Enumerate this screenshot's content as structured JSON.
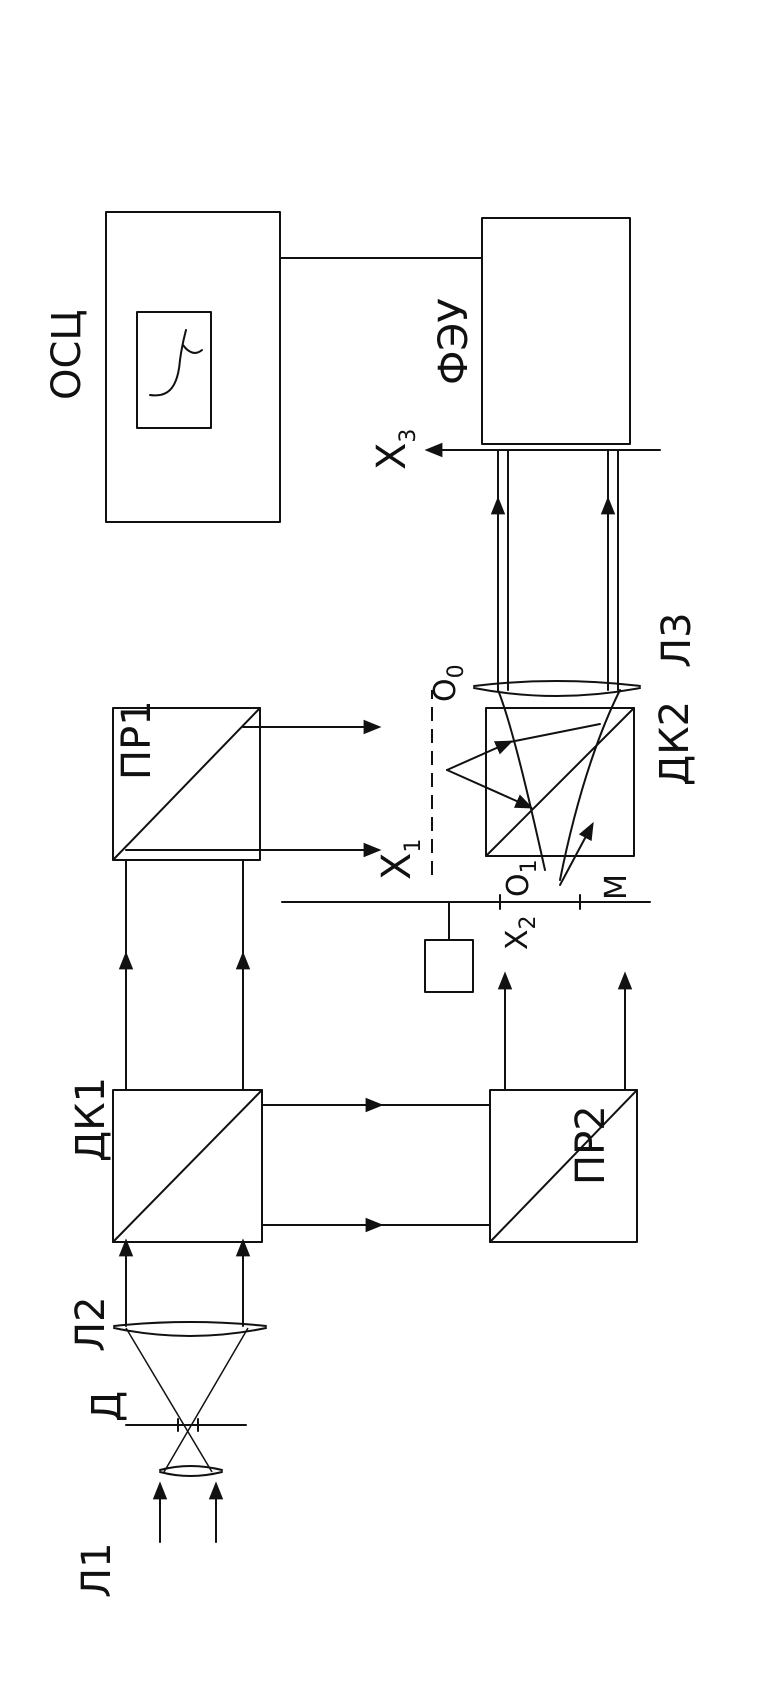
{
  "labels": {
    "osc": "ОСЦ",
    "pmt": "ФЭУ",
    "pr1": "ПР1",
    "pr2": "ПР2",
    "dk1": "ДК1",
    "dk2": "ДК2",
    "l1": "Л1",
    "l2": "Л2",
    "l3": "Л3",
    "d": "Д",
    "m": "М",
    "x1": "X",
    "x1_sub": "1",
    "x2": "X",
    "x2_sub": "2",
    "x3": "X",
    "x3_sub": "3",
    "o1": "O",
    "o1_sub": "1",
    "o0": "O",
    "o0_sub": "0"
  }
}
